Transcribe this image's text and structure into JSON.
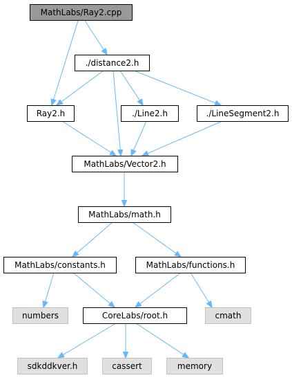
{
  "graph": {
    "colors": {
      "edge": "#63b8ff",
      "border_normal": "#000000",
      "border_external": "#bfbfbf",
      "fill_root": "#999999",
      "fill_normal": "#ffffff",
      "fill_external": "#e0e0e0"
    },
    "nodes": [
      {
        "id": "ray2cpp",
        "label": "MathLabs/Ray2.cpp",
        "kind": "root"
      },
      {
        "id": "distance2",
        "label": "./distance2.h",
        "kind": "normal"
      },
      {
        "id": "ray2h",
        "label": "Ray2.h",
        "kind": "normal"
      },
      {
        "id": "line2",
        "label": "./Line2.h",
        "kind": "normal"
      },
      {
        "id": "lineseg2",
        "label": "./LineSegment2.h",
        "kind": "normal"
      },
      {
        "id": "vector2",
        "label": "MathLabs/Vector2.h",
        "kind": "normal"
      },
      {
        "id": "math",
        "label": "MathLabs/math.h",
        "kind": "normal"
      },
      {
        "id": "constants",
        "label": "MathLabs/constants.h",
        "kind": "normal"
      },
      {
        "id": "functions",
        "label": "MathLabs/functions.h",
        "kind": "normal"
      },
      {
        "id": "numbers",
        "label": "numbers",
        "kind": "external"
      },
      {
        "id": "root",
        "label": "CoreLabs/root.h",
        "kind": "normal"
      },
      {
        "id": "cmath",
        "label": "cmath",
        "kind": "external"
      },
      {
        "id": "sdkddkver",
        "label": "sdkddkver.h",
        "kind": "external"
      },
      {
        "id": "cassert",
        "label": "cassert",
        "kind": "external"
      },
      {
        "id": "memory",
        "label": "memory",
        "kind": "external"
      }
    ],
    "edges": [
      [
        "ray2cpp",
        "distance2"
      ],
      [
        "ray2cpp",
        "ray2h"
      ],
      [
        "distance2",
        "ray2h"
      ],
      [
        "distance2",
        "line2"
      ],
      [
        "distance2",
        "lineseg2"
      ],
      [
        "distance2",
        "vector2"
      ],
      [
        "ray2h",
        "vector2"
      ],
      [
        "line2",
        "vector2"
      ],
      [
        "lineseg2",
        "vector2"
      ],
      [
        "vector2",
        "math"
      ],
      [
        "math",
        "constants"
      ],
      [
        "math",
        "functions"
      ],
      [
        "constants",
        "numbers"
      ],
      [
        "constants",
        "root"
      ],
      [
        "functions",
        "root"
      ],
      [
        "functions",
        "cmath"
      ],
      [
        "root",
        "sdkddkver"
      ],
      [
        "root",
        "cassert"
      ],
      [
        "root",
        "memory"
      ]
    ]
  }
}
